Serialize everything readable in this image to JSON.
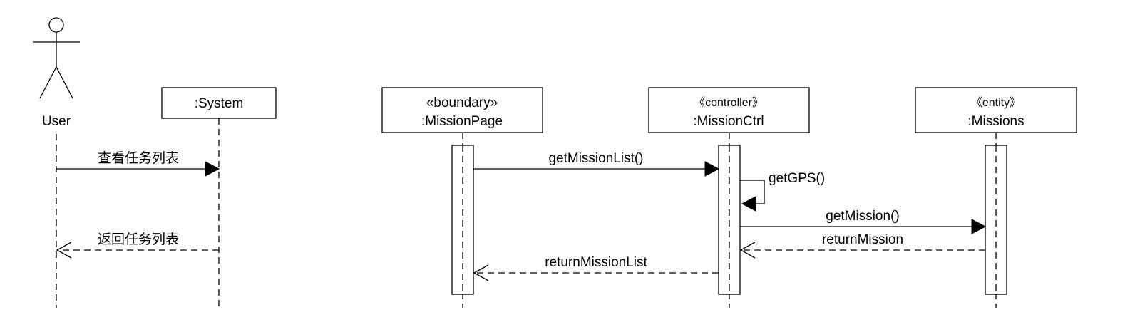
{
  "actor": {
    "name": "User",
    "icon": "stick-figure-icon"
  },
  "participants": {
    "system": {
      "name": ":System"
    },
    "mission_page": {
      "stereotype": "«boundary»",
      "name": ":MissionPage"
    },
    "mission_ctrl": {
      "stereotype": "《controller》",
      "name": ":MissionCtrl"
    },
    "missions": {
      "stereotype": "《entity》",
      "name": ":Missions"
    }
  },
  "messages": {
    "view_task_list": "查看任务列表",
    "return_task_list": "返回任务列表",
    "get_mission_list": "getMissionList()",
    "get_gps": "getGPS()",
    "get_mission": "getMission()",
    "return_mission": "returnMission",
    "return_mission_list": "returnMissionList"
  }
}
